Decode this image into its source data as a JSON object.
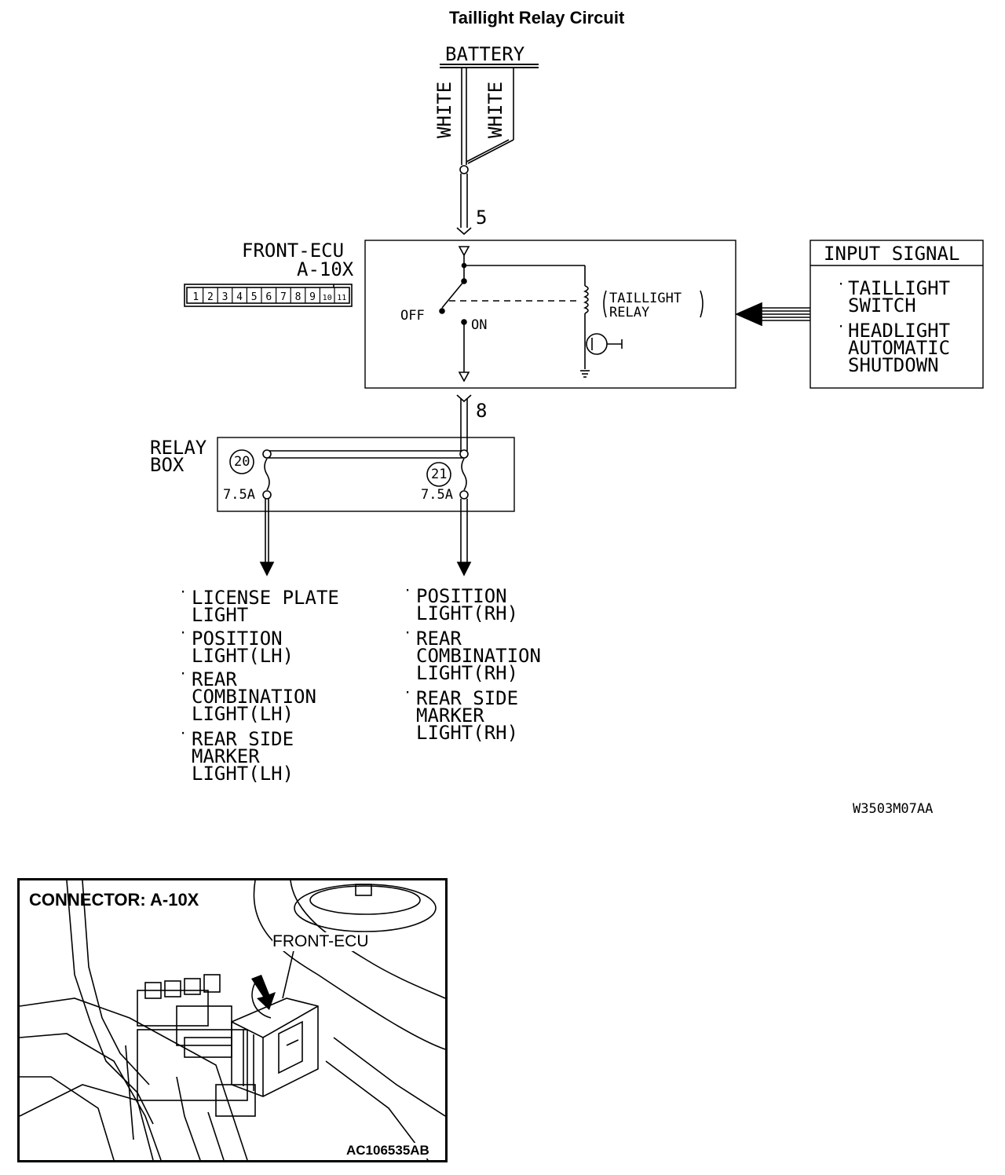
{
  "diagram": {
    "title": "Taillight Relay Circuit",
    "battery": "BATTERY",
    "wire_left": "WHITE",
    "wire_right": "WHITE",
    "terminal_top": "5",
    "terminal_bottom": "8",
    "ecu_label": "FRONT-ECU",
    "connector_code": "A-10X",
    "pins": [
      "1",
      "2",
      "3",
      "4",
      "5",
      "6",
      "7",
      "8",
      "9",
      "10",
      "11"
    ],
    "switch_off": "OFF",
    "switch_on": "ON",
    "relay_label_1": "TAILLIGHT",
    "relay_label_2": "RELAY",
    "input_title": "INPUT SIGNAL",
    "inputs": [
      {
        "line1": "TAILLIGHT",
        "line2": "SWITCH"
      },
      {
        "line1": "HEADLIGHT",
        "line2": "AUTOMATIC",
        "line3": "SHUTDOWN"
      }
    ],
    "relay_box_1": "RELAY",
    "relay_box_2": "BOX",
    "fuse_left_num": "20",
    "fuse_right_num": "21",
    "fuse_left_rating": "7.5A",
    "fuse_right_rating": "7.5A",
    "left_loads": [
      [
        "LICENSE PLATE",
        "LIGHT"
      ],
      [
        "POSITION",
        "LIGHT(LH)"
      ],
      [
        "REAR",
        "COMBINATION",
        "LIGHT(LH)"
      ],
      [
        "REAR SIDE",
        "MARKER",
        "LIGHT(LH)"
      ]
    ],
    "right_loads": [
      [
        "POSITION",
        "LIGHT(RH)"
      ],
      [
        "REAR",
        "COMBINATION",
        "LIGHT(RH)"
      ],
      [
        "REAR SIDE",
        "MARKER",
        "LIGHT(RH)"
      ]
    ],
    "figure_code": "W3503M07AA"
  },
  "photo": {
    "connector_title": "CONNECTOR: A-10X",
    "callout": "FRONT-ECU",
    "code": "AC106535AB"
  }
}
